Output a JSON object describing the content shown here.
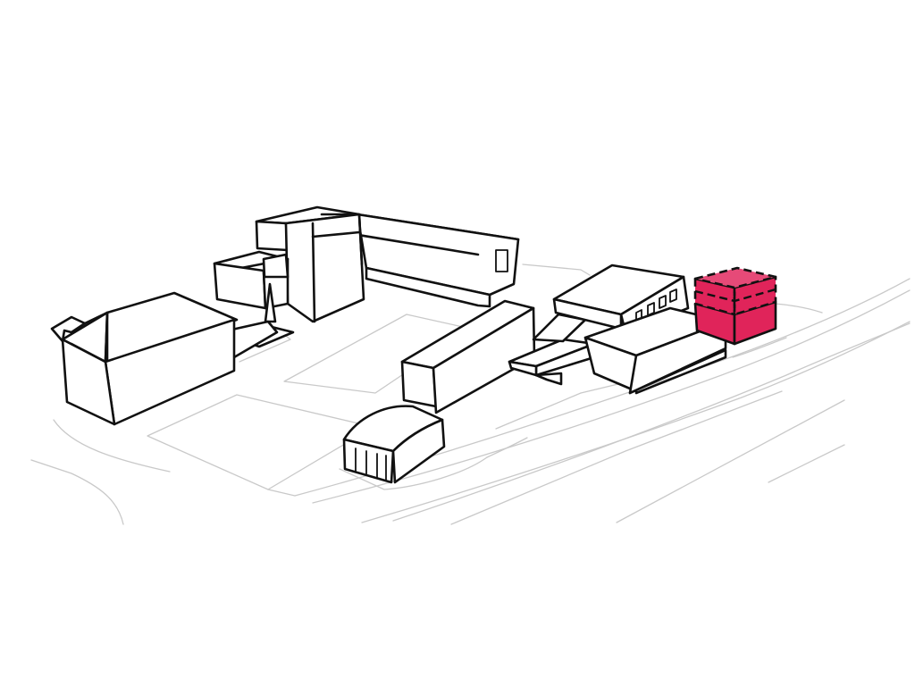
{
  "diagram": {
    "kind": "axonometric site massing",
    "colors": {
      "background": "#ffffff",
      "outline": "#111111",
      "ground_lines": "#c9c9c9",
      "highlight_fill": "#e0245a",
      "highlight_top": "#e64a78"
    },
    "buildings": [
      {
        "id": "gabled-house"
      },
      {
        "id": "upper-complex"
      },
      {
        "id": "long-wing"
      },
      {
        "id": "arched-hall"
      },
      {
        "id": "sawtooth-hall"
      },
      {
        "id": "low-block"
      },
      {
        "id": "connector"
      },
      {
        "id": "highlighted-addition",
        "highlighted": true,
        "dashed_upper_volume": true
      }
    ]
  }
}
